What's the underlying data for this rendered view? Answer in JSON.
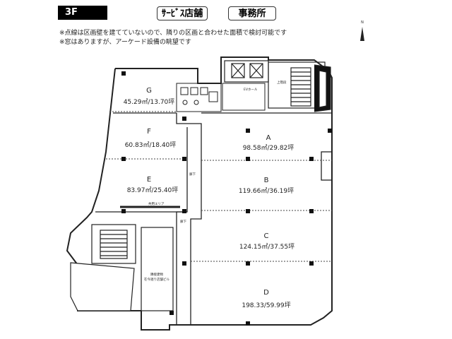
{
  "header": {
    "floor": "3F",
    "uses": [
      "ｻｰﾋﾞｽ店舗",
      "事務所"
    ]
  },
  "notes": [
    "※点線は区画壁を建てていないので、隣りの区画と合わせた面積で検討可能です",
    "※窓はありますが、アーケード設備の眺望です"
  ],
  "compass_label": "N",
  "units": [
    {
      "id": "G",
      "area": "45.29㎡/13.70坪"
    },
    {
      "id": "F",
      "area": "60.83㎡/18.40坪"
    },
    {
      "id": "E",
      "area": "83.97㎡/25.40坪"
    },
    {
      "id": "A",
      "area": "98.58㎡/29.82坪"
    },
    {
      "id": "B",
      "area": "119.66㎡/36.19坪"
    },
    {
      "id": "C",
      "area": "124.15㎡/37.55坪"
    },
    {
      "id": "D",
      "area": "198.33/59.99坪"
    }
  ],
  "small_labels": {
    "ev_hall": "EVホール",
    "stairs": "上階段",
    "corridor": "廊下",
    "corridor2": "廊下",
    "shared": "共用エリア",
    "neighbor_line1": "隣接建物",
    "neighbor_line2": "在今週り店舗ビル"
  }
}
